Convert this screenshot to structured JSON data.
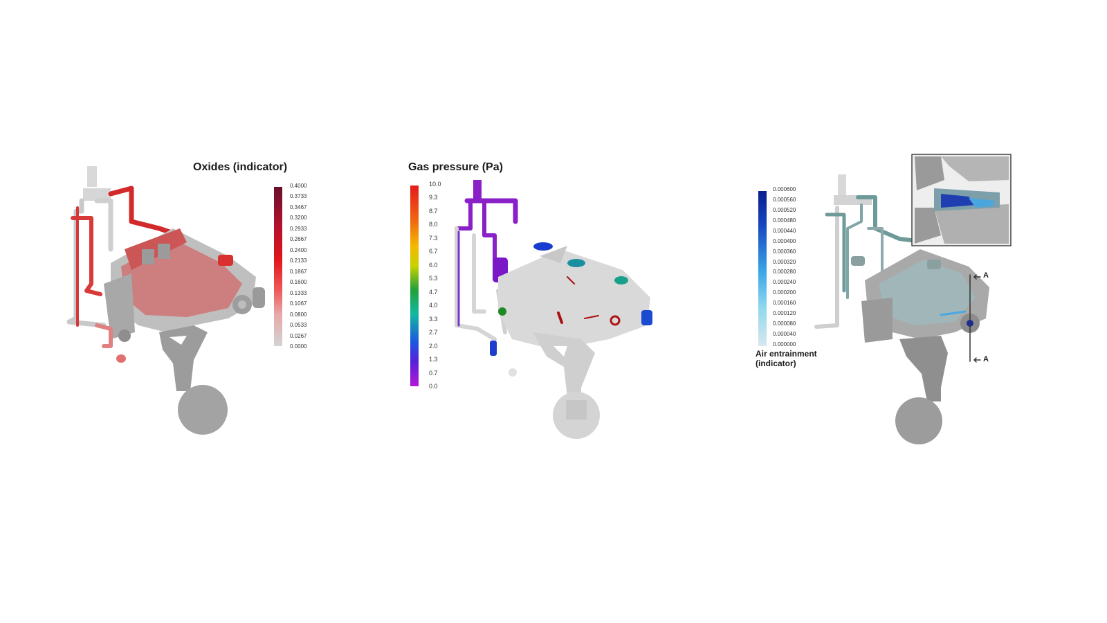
{
  "panels": [
    {
      "title": "Oxides (indicator)",
      "ticks": [
        "0.4000",
        "0.3733",
        "0.3467",
        "0.3200",
        "0.2933",
        "0.2667",
        "0.2400",
        "0.2133",
        "0.1867",
        "0.1600",
        "0.1333",
        "0.1067",
        "0.0800",
        "0.0533",
        "0.0267",
        "0.0000"
      ],
      "colors": {
        "top": "#6b0f2a",
        "mid": "#e0151b",
        "bottom": "#d3d3d3"
      }
    },
    {
      "title": "Gas pressure (Pa)",
      "ticks": [
        "10.0",
        "9.3",
        "8.7",
        "8.0",
        "7.3",
        "6.7",
        "6.0",
        "5.3",
        "4.7",
        "4.0",
        "3.3",
        "2.7",
        "2.0",
        "1.3",
        "0.7",
        "0.0"
      ],
      "colors": {
        "top": "#e41a1c",
        "mid": "#22a03a",
        "bottom": "#b41ad6"
      }
    },
    {
      "title_line1": "Air entrainment",
      "title_line2": "(indicator)",
      "ticks": [
        "0.000600",
        "0.000560",
        "0.000520",
        "0.000480",
        "0.000440",
        "0.000400",
        "0.000360",
        "0.000320",
        "0.000280",
        "0.000240",
        "0.000200",
        "0.000160",
        "0.000120",
        "0.000080",
        "0.000040",
        "0.000000"
      ],
      "colors": {
        "top": "#0a1f8c",
        "mid": "#3aa6e6",
        "bottom": "#d8e8ee"
      },
      "section_label": "A"
    }
  ]
}
